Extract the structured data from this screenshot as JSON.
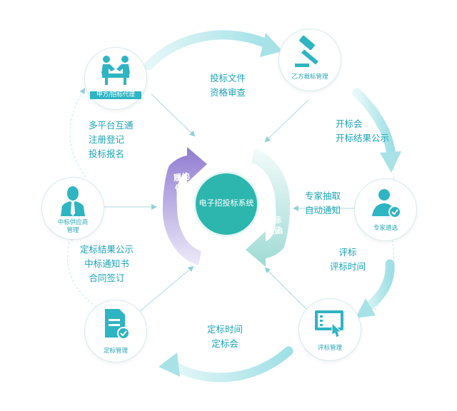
{
  "center": {
    "title": "电子招投标系统"
  },
  "ring": {
    "left_top": "履约",
    "left_bottom": "保函",
    "right_top": "投标",
    "right_bottom": "保函"
  },
  "nodes": {
    "buyer": {
      "label": "甲方/招标代理",
      "icon": "handshake-icon"
    },
    "winner": {
      "label": "乙方裁标管理",
      "icon": "gavel-icon"
    },
    "supplier": {
      "label_1": "中标供应商",
      "label_2": "管理",
      "icon": "businessman-icon"
    },
    "expert": {
      "label": "专家遴选",
      "icon": "expert-check-icon"
    },
    "award": {
      "label": "定标管理",
      "icon": "document-check-icon"
    },
    "evaluation": {
      "label": "评标管理",
      "icon": "tablet-touch-icon"
    }
  },
  "steps": {
    "bid_docs": [
      "投标文件",
      "资格审查"
    ],
    "opening": [
      "开标会",
      "开标结果公示"
    ],
    "expert_draw": [
      "专家抽取",
      "自动通知"
    ],
    "evaluation": [
      "评标",
      "评标时间"
    ],
    "award": [
      "定标时间",
      "定标会"
    ],
    "contract": [
      "定标结果公示",
      "中标通知书",
      "合同签订"
    ],
    "register": [
      "多平台互通",
      "注册登记",
      "投标报名"
    ]
  },
  "colors": {
    "teal": "#2cb6ad",
    "text": "#1aa3b4",
    "purple": "#b9a8e3",
    "arrow": "#b5e6ea"
  }
}
